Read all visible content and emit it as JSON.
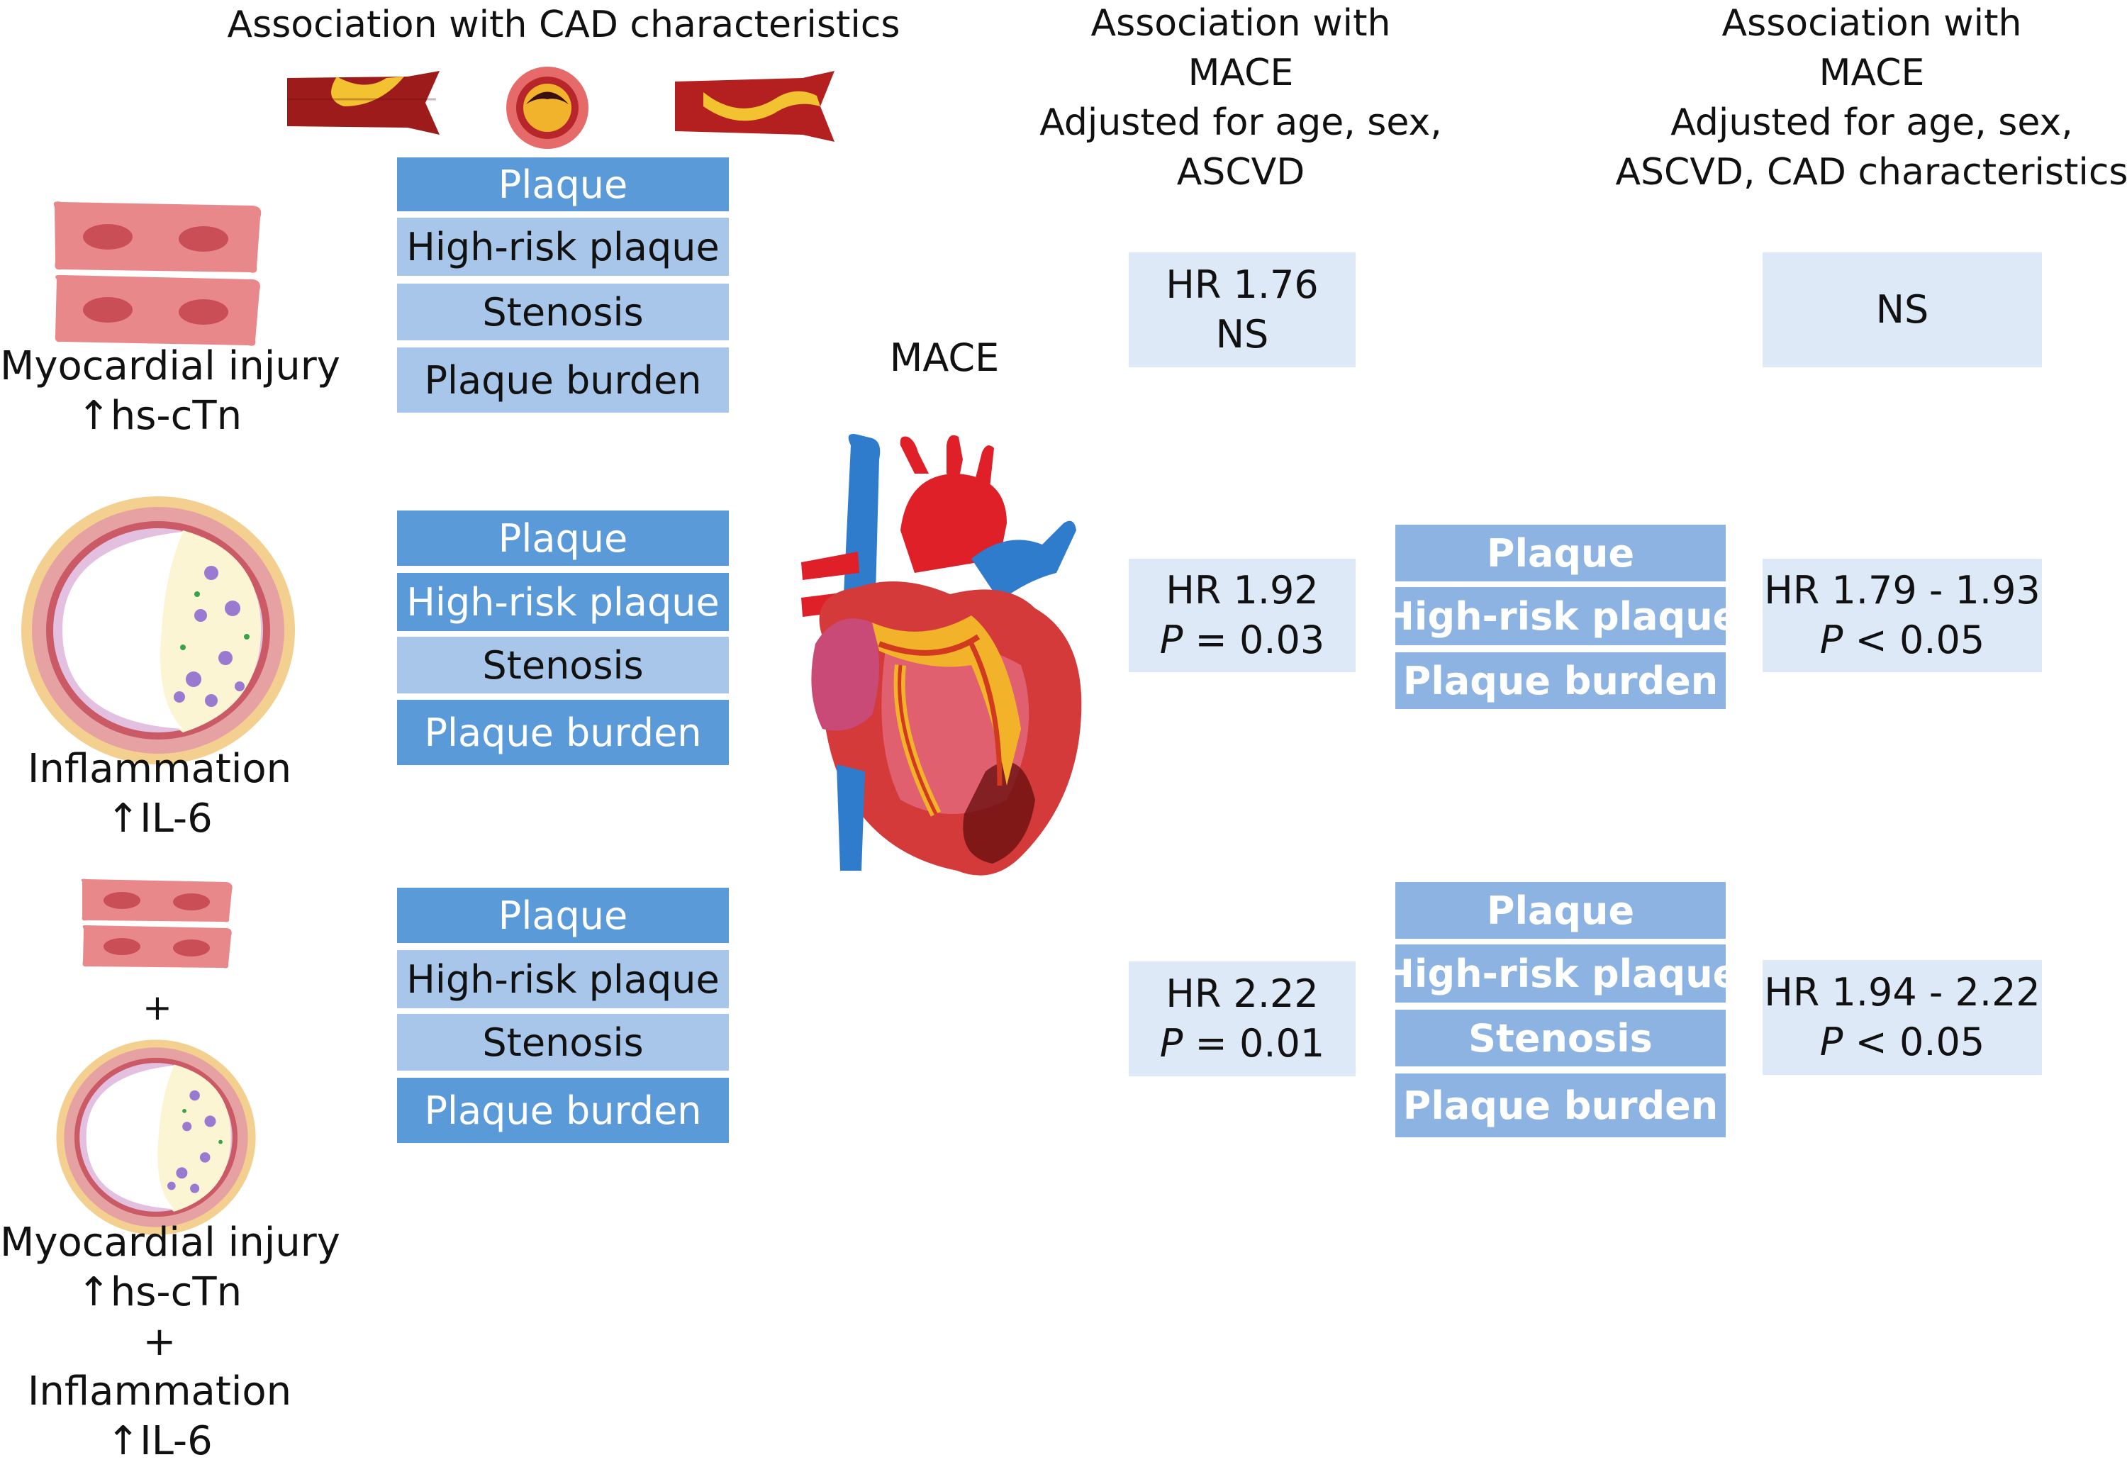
{
  "headers": {
    "cad": "Association with CAD characteristics",
    "mace1": [
      "Association with",
      "MACE",
      "Adjusted for age, sex,",
      "ASCVD"
    ],
    "mace2": [
      "Association with",
      "MACE",
      "Adjusted for age, sex,",
      "ASCVD, CAD characteristics"
    ]
  },
  "mace_label": "MACE",
  "rows": [
    {
      "label": [
        "Myocardial injury",
        "↑hs-cTn"
      ],
      "cad": [
        "Plaque",
        "High-risk plaque",
        "Stenosis",
        "Plaque burden"
      ],
      "adj1": [
        "HR 1.76",
        "NS"
      ],
      "adj2_chars": [],
      "adj2": [
        "NS"
      ]
    },
    {
      "label": [
        "Inflammation",
        "↑IL-6"
      ],
      "cad": [
        "Plaque",
        "High-risk plaque",
        "Stenosis",
        "Plaque burden"
      ],
      "adj1": [
        "HR 1.92",
        "= 0.03"
      ],
      "adj2_chars": [
        "Plaque",
        "High-risk plaque",
        "Plaque burden"
      ],
      "adj2": [
        "HR 1.79 - 1.93",
        "< 0.05"
      ]
    },
    {
      "label": [
        "Myocardial injury",
        "↑hs-cTn",
        "+",
        "Inflammation",
        "↑IL-6"
      ],
      "cad": [
        "Plaque",
        "High-risk plaque",
        "Stenosis",
        "Plaque burden"
      ],
      "adj1": [
        "HR 2.22",
        "= 0.01"
      ],
      "adj2_chars": [
        "Plaque",
        "High-risk plaque",
        "Stenosis",
        "Plaque burden"
      ],
      "adj2": [
        "HR 1.94 - 2.22",
        "< 0.05"
      ]
    }
  ],
  "plus_sign": "+",
  "p_symbol": "P",
  "colors": {
    "dark_box": "#5b9ad8",
    "light_box": "#a7c6ea",
    "mid_box": "#8db3e2",
    "result_box": "#dde9f7"
  }
}
